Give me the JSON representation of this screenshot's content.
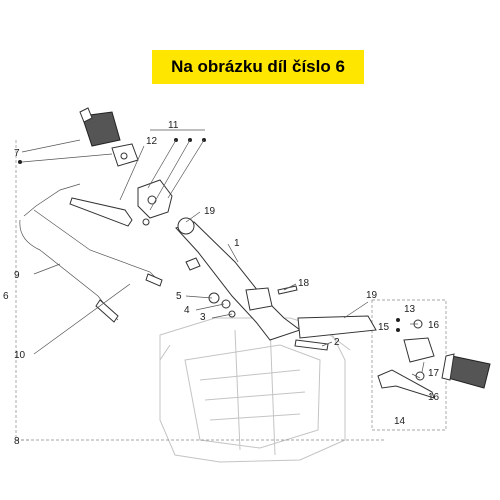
{
  "banner": {
    "text": "Na obrázku díl číslo 6"
  },
  "labels": {
    "p1": "1",
    "p2": "2",
    "p3": "3",
    "p4": "4",
    "p5": "5",
    "p6": "6",
    "p7": "7",
    "p8": "8",
    "p9": "9",
    "p10": "10",
    "p11": "11",
    "p12": "12",
    "p13": "13",
    "p14": "14",
    "p15": "15",
    "p16a": "16",
    "p16b": "16",
    "p17": "17",
    "p18": "18",
    "p19a": "19",
    "p19b": "19"
  }
}
